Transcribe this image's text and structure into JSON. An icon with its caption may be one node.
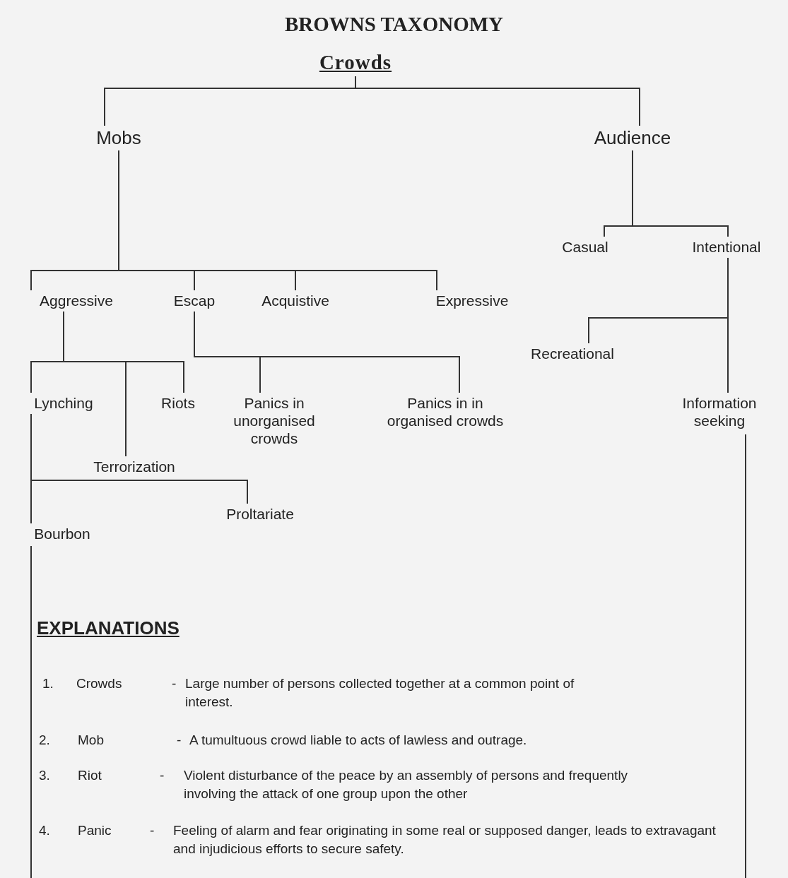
{
  "diagram": {
    "title": "BROWNS TAXONOMY",
    "nodes": [
      {
        "text": [
          "Crowds"
        ]
      },
      {
        "text": [
          "Mobs"
        ]
      },
      {
        "text": [
          "Audience"
        ]
      },
      {
        "text": [
          "Casual"
        ]
      },
      {
        "text": [
          "Intentional"
        ]
      },
      {
        "text": [
          "Aggressive"
        ]
      },
      {
        "text": [
          "Escap"
        ]
      },
      {
        "text": [
          "Acquistive"
        ]
      },
      {
        "text": [
          "Expressive"
        ]
      },
      {
        "text": [
          "Recreational"
        ]
      },
      {
        "text": [
          "Lynching"
        ]
      },
      {
        "text": [
          "Riots"
        ]
      },
      {
        "text": [
          "Panics in unorganised crowds"
        ]
      },
      {
        "text": [
          "Panics in in organised crowds"
        ]
      },
      {
        "text": [
          "Information seeking"
        ]
      },
      {
        "text": [
          "Terrorization"
        ]
      },
      {
        "text": [
          "Proltariate"
        ]
      },
      {
        "text": [
          "Bourbon"
        ]
      }
    ],
    "edges": [
      {
        "from": 0,
        "to": 1,
        "arrow": "none"
      },
      {
        "from": 0,
        "to": 2,
        "arrow": "none"
      },
      {
        "from": 2,
        "to": 3,
        "arrow": "none"
      },
      {
        "from": 2,
        "to": 4,
        "arrow": "none"
      },
      {
        "from": 1,
        "to": 5,
        "arrow": "none"
      },
      {
        "from": 1,
        "to": 6,
        "arrow": "none"
      },
      {
        "from": 1,
        "to": 7,
        "arrow": "none"
      },
      {
        "from": 1,
        "to": 8,
        "arrow": "none"
      },
      {
        "from": 4,
        "to": 9,
        "arrow": "none"
      },
      {
        "from": 4,
        "to": 14,
        "arrow": "none"
      },
      {
        "from": 5,
        "to": 10,
        "arrow": "none"
      },
      {
        "from": 5,
        "to": 15,
        "arrow": "none"
      },
      {
        "from": 5,
        "to": 11,
        "arrow": "none"
      },
      {
        "from": 6,
        "to": 12,
        "arrow": "none"
      },
      {
        "from": 6,
        "to": 13,
        "arrow": "none"
      },
      {
        "from": 10,
        "to": 16,
        "arrow": "none"
      },
      {
        "from": 10,
        "to": 17,
        "arrow": "none"
      }
    ],
    "labels": [
      "EXPLANATIONS",
      "1.",
      "Crowds",
      "-",
      "Large number of persons collected together at a common point of interest.",
      "2.",
      "Mob",
      "-",
      "A tumultuous crowd liable to acts of lawless and outrage.",
      "3.",
      "Riot",
      "-",
      "Violent disturbance of the peace by an assembly of persons and frequently involving the attack of one group upon the other",
      "4.",
      "Panic",
      "-",
      "Feeling of alarm and fear originating in some real or supposed danger, leads to extravagant and injudicious efforts to secure safety."
    ]
  }
}
